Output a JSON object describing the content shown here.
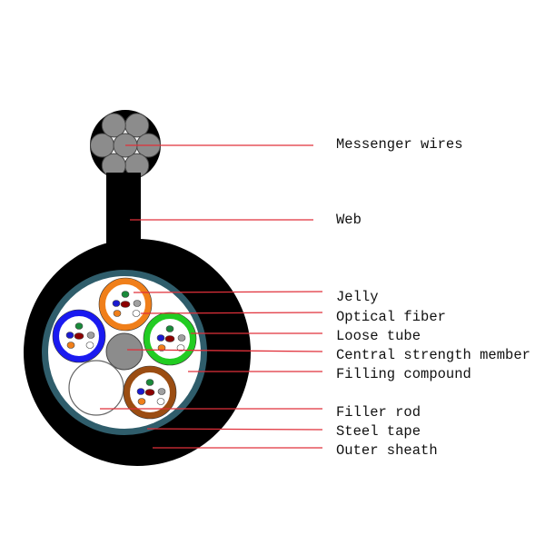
{
  "labels": {
    "messenger_wires": "Messenger wires",
    "web": "Web",
    "jelly": "Jelly",
    "optical_fiber": "Optical fiber",
    "loose_tube": "Loose tube",
    "central_strength_member": "Central strength member",
    "filling_compound": "Filling compound",
    "filler_rod": "Filler rod",
    "steel_tape": "Steel tape",
    "outer_sheath": "Outer sheath"
  },
  "colors": {
    "sheath": "#000000",
    "steel_tape": "#2f5d6b",
    "leader_line": "#e0303a",
    "wire": "#8c8c8c",
    "tubes": [
      "#f07f1a",
      "#1a1af0",
      "#22cc22",
      "#9b4d12"
    ],
    "fibers": [
      "#1a8a3a",
      "#1a1ad0",
      "#8b0000",
      "#a0a0a0",
      "#f07f1a",
      "#ffffff"
    ]
  }
}
